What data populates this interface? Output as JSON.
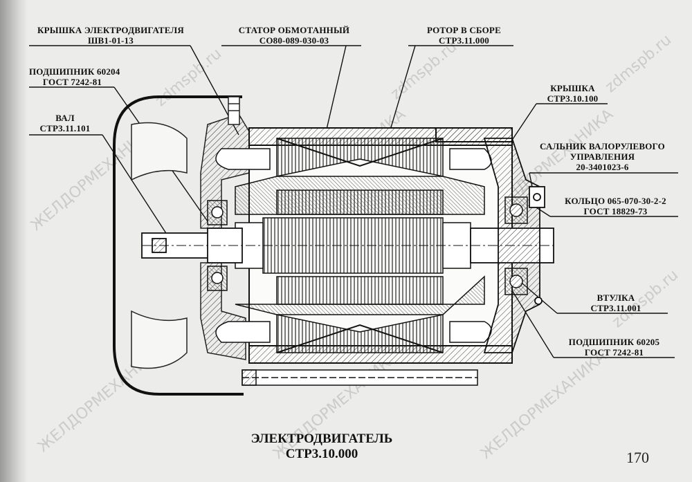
{
  "title": {
    "line1": "ЭЛЕКТРОДВИГАТЕЛЬ",
    "line2": "СТР3.10.000"
  },
  "page_number": "170",
  "callouts": {
    "cover_motor": {
      "line1": "КРЫШКА ЭЛЕКТРОДВИГАТЕЛЯ",
      "line2": "ШВ1-01-13"
    },
    "bearing_60204": {
      "line1": "ПОДШИПНИК 60204",
      "line2": "ГОСТ 7242-81"
    },
    "shaft": {
      "line1": "ВАЛ",
      "line2": "СТР3.11.101"
    },
    "stator": {
      "line1": "СТАТОР ОБМОТАННЫЙ",
      "line2": "СО80-089-030-03"
    },
    "rotor": {
      "line1": "РОТОР В СБОРЕ",
      "line2": "СТР3.11.000"
    },
    "cover": {
      "line1": "КРЫШКА",
      "line2": "СТР3.10.100"
    },
    "seal": {
      "line1": "САЛЬНИК ВАЛОРУЛЕВОГО",
      "line2": "УПРАВЛЕНИЯ",
      "line3": "20-3401023-6"
    },
    "ring": {
      "line1": "КОЛЬЦО 065-070-30-2-2",
      "line2": "ГОСТ 18829-73"
    },
    "bushing": {
      "line1": "ВТУЛКА",
      "line2": "СТР3.11.001"
    },
    "bearing_60205": {
      "line1": "ПОДШИПНИК 60205",
      "line2": "ГОСТ 7242-81"
    }
  },
  "watermarks": [
    "ЖЕЛДОРМЕХАНИКА",
    "zdmspb.ru"
  ]
}
